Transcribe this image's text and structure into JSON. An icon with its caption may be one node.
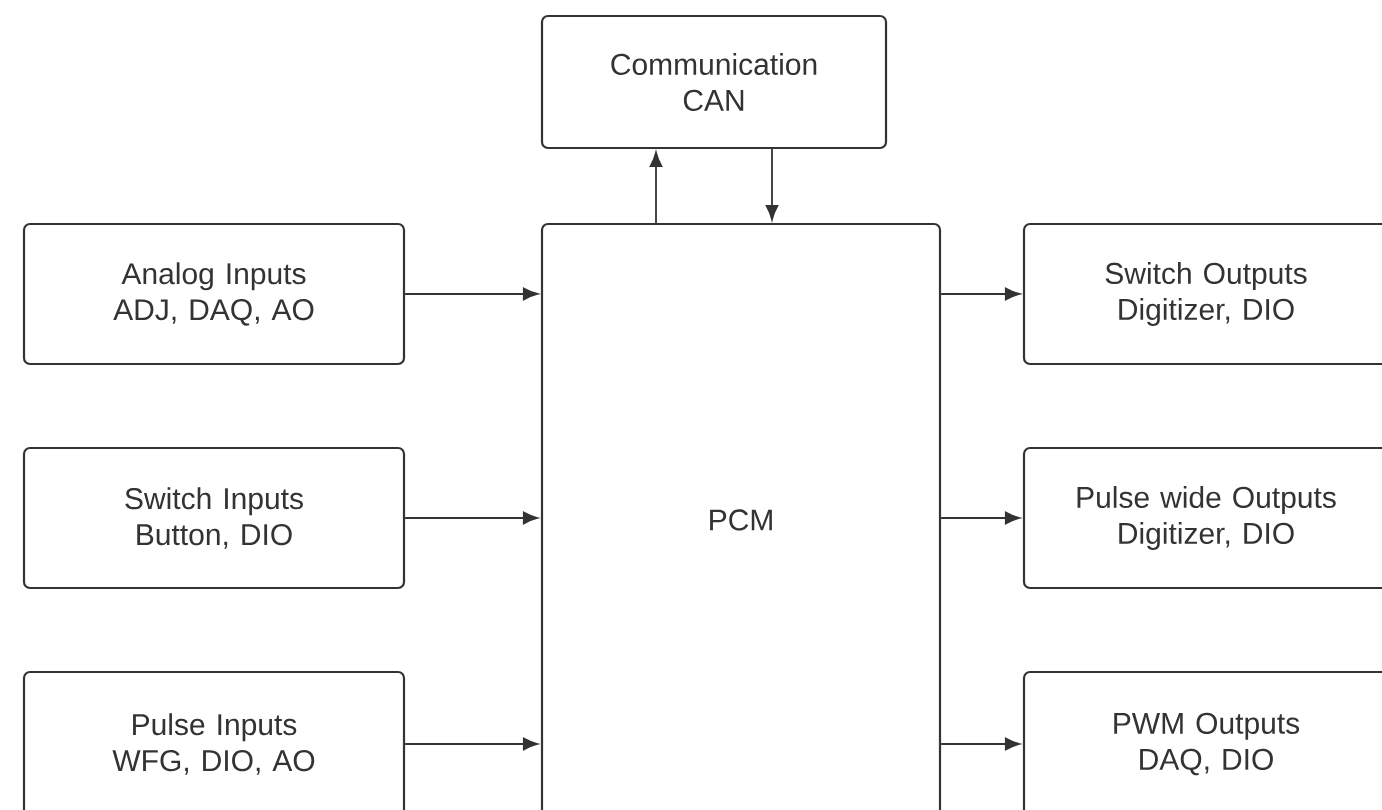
{
  "diagram": {
    "nodes": [
      {
        "text": [
          "Communication CAN"
        ]
      },
      {
        "text": [
          "Analog Inputs ADJ, DAQ, AO"
        ]
      },
      {
        "text": [
          "PCM"
        ]
      },
      {
        "text": [
          "Switch Outputs Digitizer, DIO"
        ]
      },
      {
        "text": [
          "Switch Inputs Button, DIO"
        ]
      },
      {
        "text": [
          "Pulse wide Outputs Digitizer, DIO"
        ]
      },
      {
        "text": [
          "Pulse Inputs WFG, DIO, AO"
        ]
      },
      {
        "text": [
          "PWM Outputs DAQ, DIO"
        ]
      }
    ],
    "edges": [
      {
        "from": 2,
        "to": 0,
        "arrow": "to"
      },
      {
        "from": 0,
        "to": 2,
        "arrow": "to"
      },
      {
        "from": 1,
        "to": 2,
        "arrow": "to"
      },
      {
        "from": 4,
        "to": 2,
        "arrow": "to"
      },
      {
        "from": 6,
        "to": 2,
        "arrow": "to"
      },
      {
        "from": 2,
        "to": 3,
        "arrow": "to"
      },
      {
        "from": 2,
        "to": 5,
        "arrow": "to"
      },
      {
        "from": 2,
        "to": 7,
        "arrow": "to"
      }
    ]
  }
}
